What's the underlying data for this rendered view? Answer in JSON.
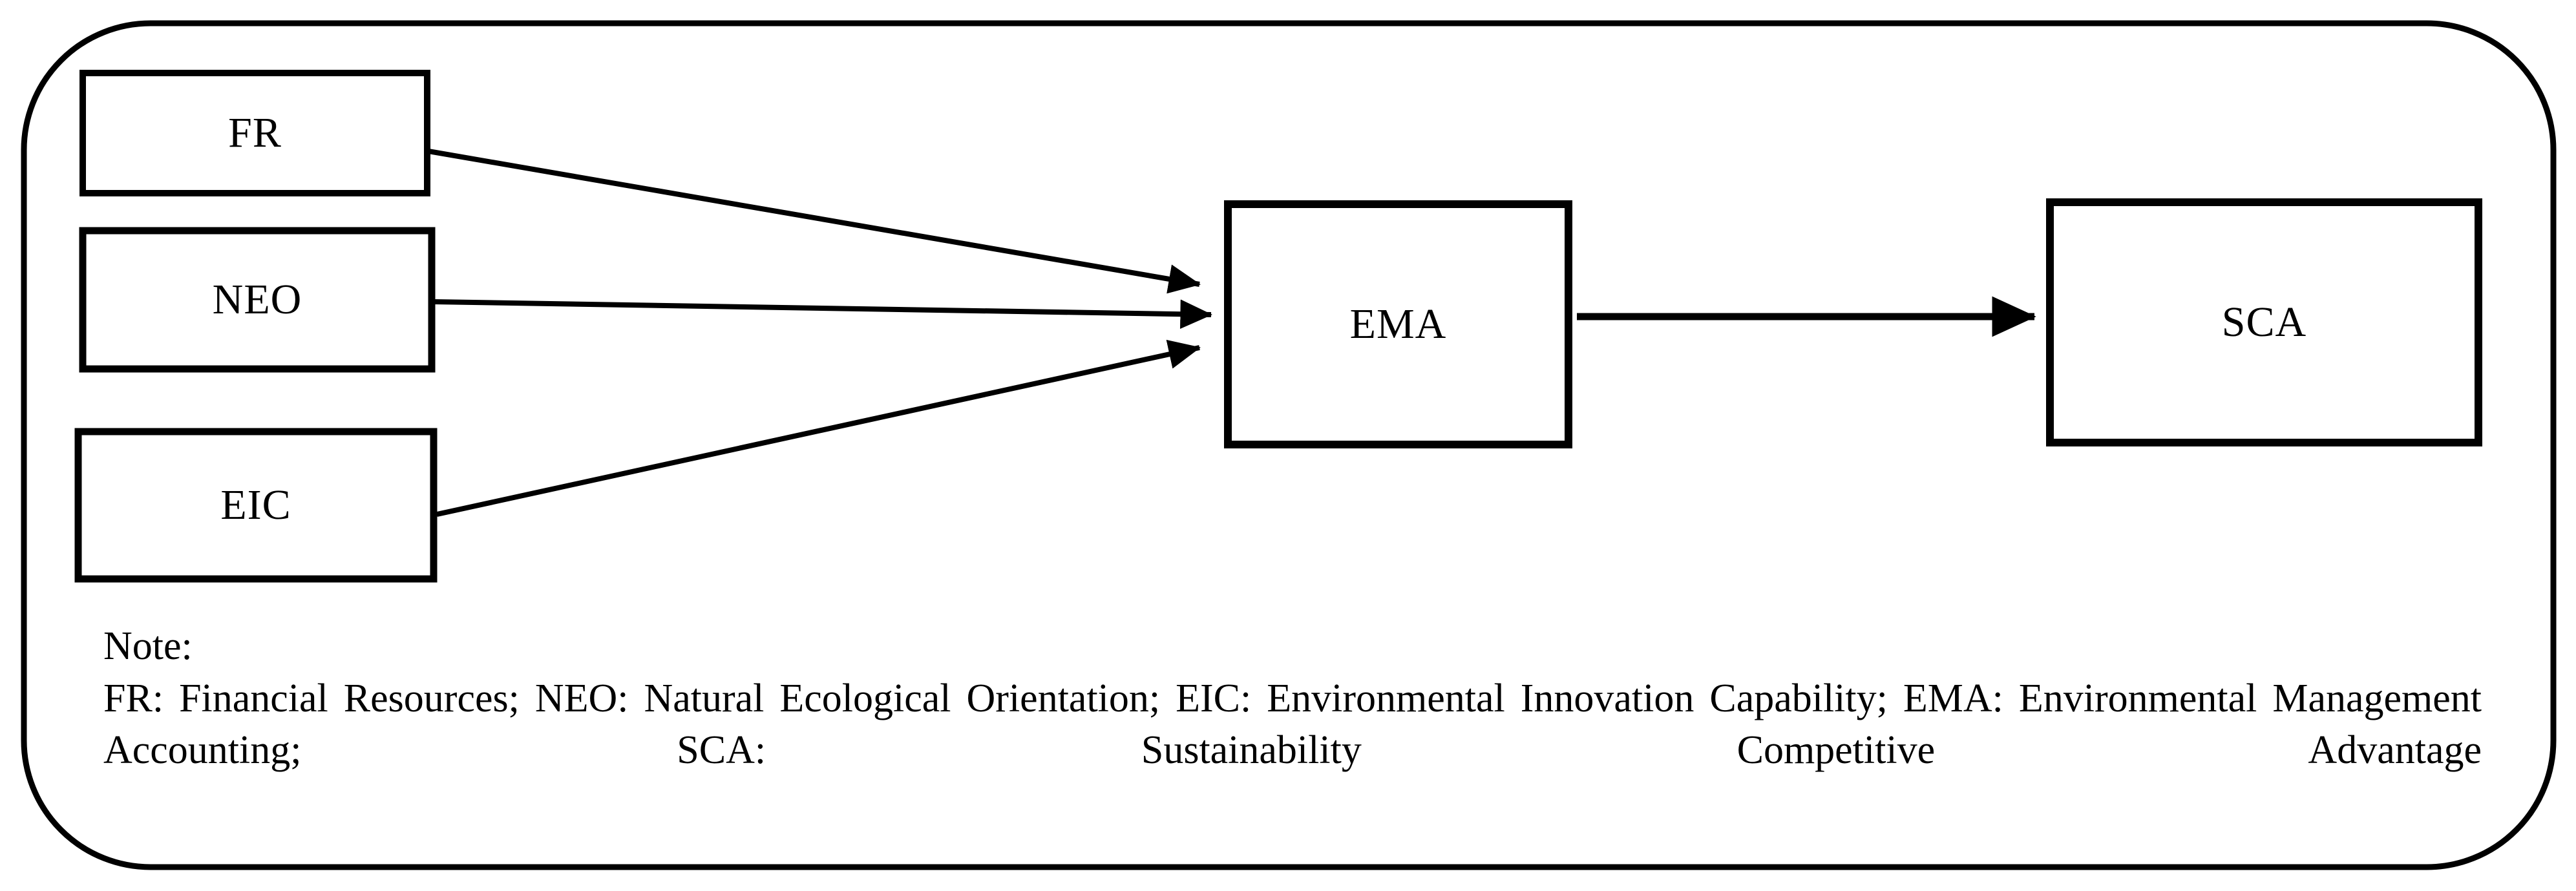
{
  "figure": {
    "type": "conceptual-research-model",
    "frame": {
      "shape": "rounded-rectangle",
      "stroke_color": "#000000",
      "fill_color": "#ffffff"
    },
    "nodes": [
      {
        "id": "FR",
        "label": "FR",
        "column": "left",
        "row": 1
      },
      {
        "id": "NEO",
        "label": "NEO",
        "column": "left",
        "row": 2
      },
      {
        "id": "EIC",
        "label": "EIC",
        "column": "left",
        "row": 3
      },
      {
        "id": "EMA",
        "label": "EMA",
        "column": "middle",
        "row": 2
      },
      {
        "id": "SCA",
        "label": "SCA",
        "column": "right",
        "row": 2
      }
    ],
    "edges": [
      {
        "from": "FR",
        "to": "EMA",
        "style": "solid",
        "arrow": "single"
      },
      {
        "from": "NEO",
        "to": "EMA",
        "style": "solid",
        "arrow": "single"
      },
      {
        "from": "EIC",
        "to": "EMA",
        "style": "solid",
        "arrow": "single"
      },
      {
        "from": "EMA",
        "to": "SCA",
        "style": "solid",
        "arrow": "single"
      }
    ]
  },
  "note": {
    "heading": "Note:",
    "body": "FR: Financial Resources; NEO: Natural Ecological Orientation; EIC: Environmental Innovation Capability; EMA: Environmental Management Accounting; SCA: Sustainability Competitive Advantage",
    "abbreviations": [
      {
        "code": "FR",
        "meaning": "Financial Resources"
      },
      {
        "code": "NEO",
        "meaning": "Natural Ecological Orientation"
      },
      {
        "code": "EIC",
        "meaning": "Environmental Innovation Capability"
      },
      {
        "code": "EMA",
        "meaning": "Environmental Management Accounting"
      },
      {
        "code": "SCA",
        "meaning": "Sustainability Competitive Advantage"
      }
    ]
  },
  "colors": {
    "stroke": "#000000",
    "background": "#ffffff",
    "text": "#000000"
  }
}
